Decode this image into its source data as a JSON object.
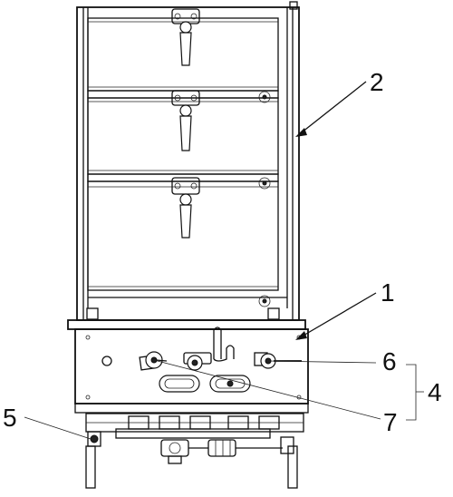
{
  "labels": {
    "l1": "1",
    "l2": "2",
    "l4": "4",
    "l5": "5",
    "l6": "6",
    "l7": "7"
  }
}
